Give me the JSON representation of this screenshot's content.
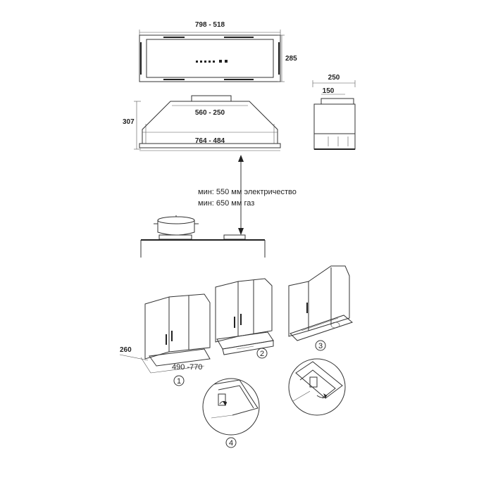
{
  "dimensions": {
    "top_width": "798 - 518",
    "top_depth": "285",
    "front_height": "307",
    "front_inner": "560 - 250",
    "front_bottom": "764 - 484",
    "side_total": "250",
    "side_inner": "150",
    "install_depth": "260",
    "install_width": "490 -770"
  },
  "clearance": {
    "electric": "мин: 550 мм электричество",
    "gas": "мин: 650 мм газ"
  },
  "steps": [
    "1",
    "2",
    "3",
    "4"
  ]
}
